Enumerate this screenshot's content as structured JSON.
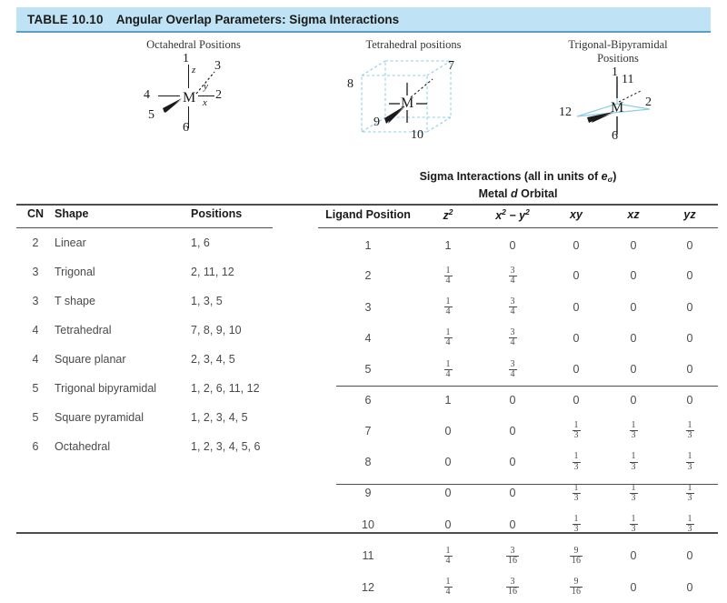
{
  "table": {
    "number_label": "TABLE 10.10",
    "title": "Angular Overlap Parameters: Sigma Interactions",
    "header_bg": "#bfe3f5",
    "rule_color": "#4d4d4d"
  },
  "figures": [
    {
      "key": "octahedral",
      "caption": "Octahedral Positions",
      "center_atom": "M",
      "positions": [
        "1",
        "2",
        "3",
        "4",
        "5",
        "6"
      ],
      "axes": [
        "z",
        "y",
        "x"
      ],
      "line_color": "#1a1a1a"
    },
    {
      "key": "tetrahedral",
      "caption": "Tetrahedral positions",
      "center_atom": "M",
      "positions": [
        "7",
        "8",
        "9",
        "10"
      ],
      "cube_color": "#8fcde4",
      "line_color": "#1a1a1a"
    },
    {
      "key": "trigonal_bipyramidal",
      "caption_line1": "Trigonal-Bipyramidal",
      "caption_line2": "Positions",
      "center_atom": "M",
      "positions": [
        "1",
        "11",
        "2",
        "12",
        "6"
      ],
      "frame_color": "#8fcde4",
      "line_color": "#1a1a1a"
    }
  ],
  "sigma_heading": {
    "line1_pre": "Sigma Interactions (all in units of ",
    "line1_sym": "e",
    "line1_sub": "σ",
    "line1_post": ")",
    "line2_pre": "Metal ",
    "line2_ital": "d",
    "line2_post": " Orbital"
  },
  "left_table": {
    "headers": [
      "CN",
      "Shape",
      "Positions"
    ],
    "rows": [
      {
        "cn": "2",
        "shape": "Linear",
        "positions": "1, 6"
      },
      {
        "cn": "3",
        "shape": "Trigonal",
        "positions": "2, 11, 12"
      },
      {
        "cn": "3",
        "shape": "T shape",
        "positions": "1, 3, 5"
      },
      {
        "cn": "4",
        "shape": "Tetrahedral",
        "positions": "7, 8, 9, 10"
      },
      {
        "cn": "4",
        "shape": "Square planar",
        "positions": "2, 3, 4, 5"
      },
      {
        "cn": "5",
        "shape": "Trigonal bipyramidal",
        "positions": "1, 2, 6, 11, 12"
      },
      {
        "cn": "5",
        "shape": "Square pyramidal",
        "positions": "1, 2, 3, 4, 5"
      },
      {
        "cn": "6",
        "shape": "Octahedral",
        "positions": "1, 2, 3, 4, 5, 6"
      }
    ]
  },
  "right_table": {
    "headers": {
      "ligand": "Ligand Position",
      "z2": "z",
      "z2_sup": "2",
      "x2y2_a": "x",
      "x2y2_a_sup": "2",
      "x2y2_mid": " − ",
      "x2y2_b": "y",
      "x2y2_b_sup": "2",
      "xy": "xy",
      "xz": "xz",
      "yz": "yz"
    },
    "rows": [
      {
        "pos": "1",
        "z2": "1",
        "x2y2": "0",
        "xy": "0",
        "xz": "0",
        "yz": "0"
      },
      {
        "pos": "2",
        "z2": "1/4",
        "x2y2": "3/4",
        "xy": "0",
        "xz": "0",
        "yz": "0"
      },
      {
        "pos": "3",
        "z2": "1/4",
        "x2y2": "3/4",
        "xy": "0",
        "xz": "0",
        "yz": "0"
      },
      {
        "pos": "4",
        "z2": "1/4",
        "x2y2": "3/4",
        "xy": "0",
        "xz": "0",
        "yz": "0"
      },
      {
        "pos": "5",
        "z2": "1/4",
        "x2y2": "3/4",
        "xy": "0",
        "xz": "0",
        "yz": "0"
      },
      {
        "pos": "6",
        "z2": "1",
        "x2y2": "0",
        "xy": "0",
        "xz": "0",
        "yz": "0"
      },
      {
        "pos": "7",
        "z2": "0",
        "x2y2": "0",
        "xy": "1/3",
        "xz": "1/3",
        "yz": "1/3"
      },
      {
        "pos": "8",
        "z2": "0",
        "x2y2": "0",
        "xy": "1/3",
        "xz": "1/3",
        "yz": "1/3"
      },
      {
        "pos": "9",
        "z2": "0",
        "x2y2": "0",
        "xy": "1/3",
        "xz": "1/3",
        "yz": "1/3"
      },
      {
        "pos": "10",
        "z2": "0",
        "x2y2": "0",
        "xy": "1/3",
        "xz": "1/3",
        "yz": "1/3"
      },
      {
        "pos": "11",
        "z2": "1/4",
        "x2y2": "3/16",
        "xy": "9/16",
        "xz": "0",
        "yz": "0"
      },
      {
        "pos": "12",
        "z2": "1/4",
        "x2y2": "3/16",
        "xy": "9/16",
        "xz": "0",
        "yz": "0"
      }
    ],
    "section_breaks_after": [
      "6",
      "10"
    ]
  }
}
